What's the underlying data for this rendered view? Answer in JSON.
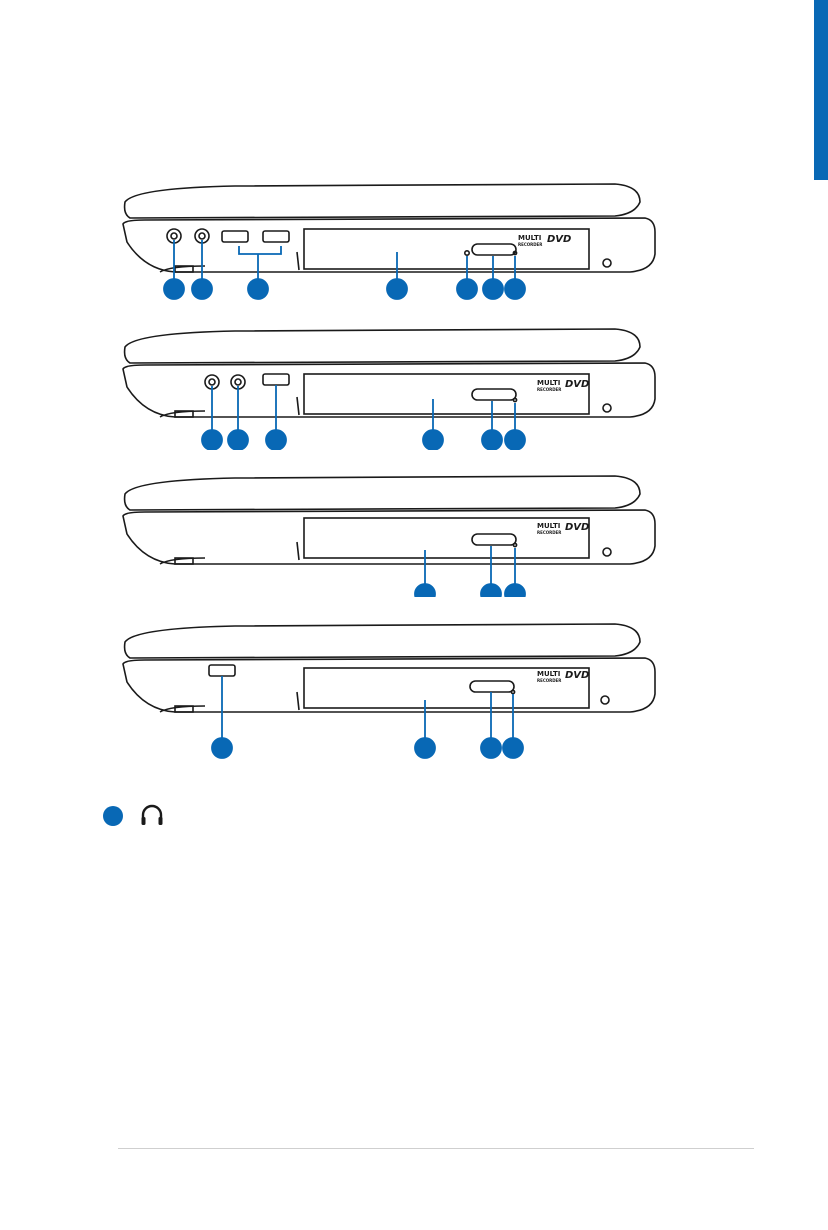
{
  "colors": {
    "accent": "#0868b5",
    "outline": "#1a1a1a",
    "rule": "#cfcfcf"
  },
  "drive_badge": {
    "multi": "MULTI",
    "dvd": "DVD",
    "recorder": "RECORDER"
  },
  "diagrams": [
    {
      "callouts": [
        "headphone-jack",
        "microphone-jack",
        "usb-ports",
        "optical-drive",
        "drive-activity",
        "eject-button",
        "emergency-eject"
      ]
    },
    {
      "callouts": [
        "headphone-jack",
        "microphone-jack",
        "usb-port",
        "optical-drive",
        "eject-button",
        "emergency-eject"
      ]
    },
    {
      "callouts": [
        "optical-drive",
        "eject-button",
        "emergency-eject"
      ]
    },
    {
      "callouts": [
        "usb-port",
        "optical-drive",
        "eject-button",
        "emergency-eject"
      ]
    }
  ],
  "legend": {
    "icon": "headphone-icon"
  }
}
